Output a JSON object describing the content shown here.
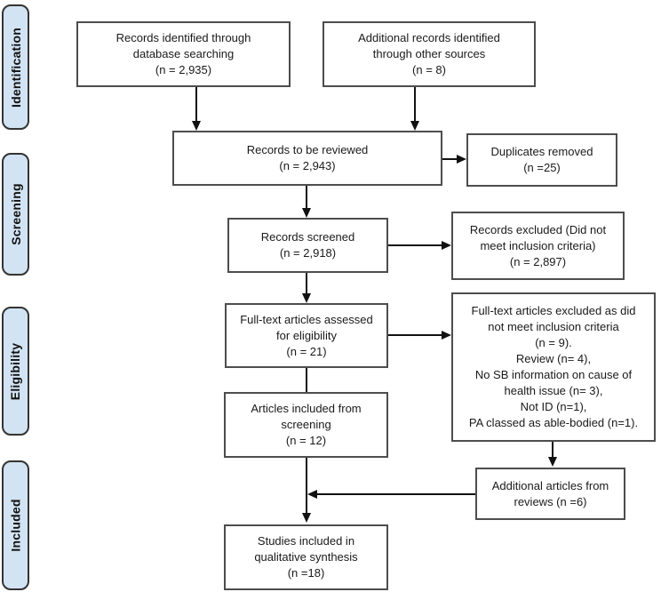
{
  "figure": {
    "type": "prisma-flow-diagram",
    "stage_labels": [
      "Identification",
      "Screening",
      "Eligibility",
      "Included"
    ],
    "boxes": {
      "records_identified": "Records identified through\ndatabase searching\n(n = 2,935)",
      "additional_records": "Additional records identified\nthrough other sources\n(n = 8)",
      "records_to_review": "Records to be reviewed\n(n = 2,943)",
      "duplicates_removed": "Duplicates removed\n(n =25)",
      "records_screened": "Records screened\n(n = 2,918)",
      "records_excluded": "Records excluded (Did not\nmeet inclusion criteria)\n(n = 2,897)",
      "fulltext_assessed": "Full-text articles assessed\nfor eligibility\n(n = 21)",
      "fulltext_excluded": "Full-text articles excluded as did\nnot meet inclusion criteria\n(n = 9).\nReview (n= 4),\nNo SB information on cause of\nhealth issue (n= 3),\nNot ID (n=1),\nPA classed as able-bodied (n=1).",
      "articles_included_screening": "Articles included from\nscreening\n(n = 12)",
      "additional_articles_reviews": "Additional articles from\nreviews (n =6)",
      "studies_included": "Studies included in\nqualitative synthesis\n(n =18)"
    },
    "colors": {
      "stage_fill": "#d2e3f3",
      "stage_border": "#333333",
      "box_border": "#4d4d4d",
      "arrow": "#111111"
    }
  }
}
